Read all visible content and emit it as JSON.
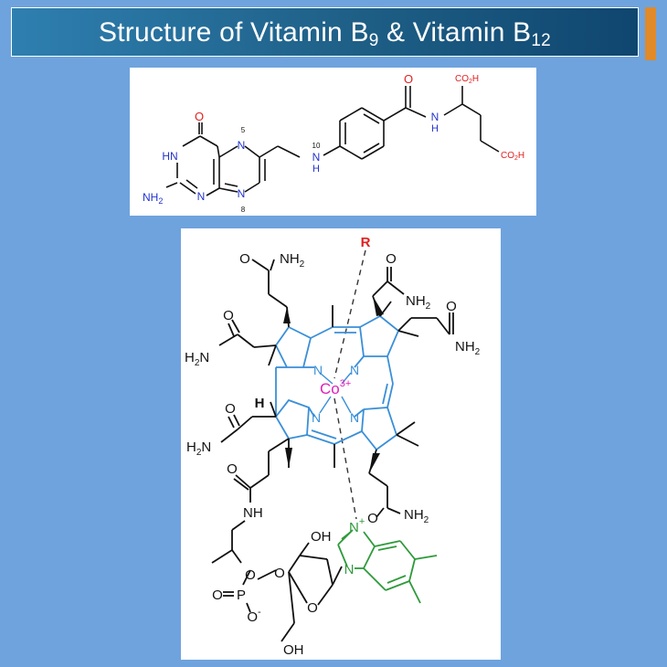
{
  "header": {
    "title_part1": "Structure of Vitamin B",
    "title_sub1": "9",
    "title_part2": " & Vitamin B",
    "title_sub2": "12"
  },
  "vitamin_b9": {
    "atom_labels": {
      "o_ring": "O",
      "hn": "HN",
      "nh2": "NH",
      "nh2_sub": "2",
      "n5": "N",
      "n8": "N",
      "n1": "N",
      "n_ring": "N",
      "num5": "5",
      "num8": "8",
      "num10": "10",
      "nh_link": "N",
      "h_link": "H",
      "o_amide": "O",
      "n_amide": "N",
      "h_amide": "H",
      "co2h_top": "CO",
      "co2h_top_sub": "2",
      "co2h_top_h": "H",
      "co2h_bottom": "CO",
      "co2h_bottom_sub": "2",
      "co2h_bottom_h": "H"
    }
  },
  "vitamin_b12": {
    "atom_labels": {
      "r_group": "R",
      "cobalt": "Co",
      "cobalt_charge": "3+",
      "o1": "O",
      "nh2_1": "NH",
      "nh2_1_sub": "2",
      "o2": "O",
      "nh2_2": "NH",
      "nh2_2_sub": "2",
      "o3": "O",
      "h2n_3": "H",
      "h2n_3_sub": "2",
      "h2n_3_n": "N",
      "o4": "O",
      "nh2_4": "NH",
      "nh2_4_sub": "2",
      "o5": "O",
      "h2n_5": "H",
      "h2n_5_sub": "2",
      "h2n_5_n": "N",
      "o6": "O",
      "nh2_6": "NH",
      "nh2_6_sub": "2",
      "h_stereo": "H",
      "n_a": "N",
      "n_b": "N",
      "n_c": "N",
      "n_d": "N",
      "o7": "O",
      "nh_amide": "NH",
      "o_ester": "O",
      "p": "P",
      "o_p1": "O",
      "o_p2": "O",
      "o_p3": "O",
      "o_minus": "-",
      "oh_top": "OH",
      "o_ring": "O",
      "oh_bottom": "OH",
      "n_benz1": "N",
      "n_benz1_plus": "+",
      "n_benz2": "N"
    },
    "colors": {
      "corrin": "#3a8fd8",
      "cobalt": "#e020b8",
      "benzimidazole": "#2e9a3a",
      "r_group": "#e02020"
    }
  }
}
